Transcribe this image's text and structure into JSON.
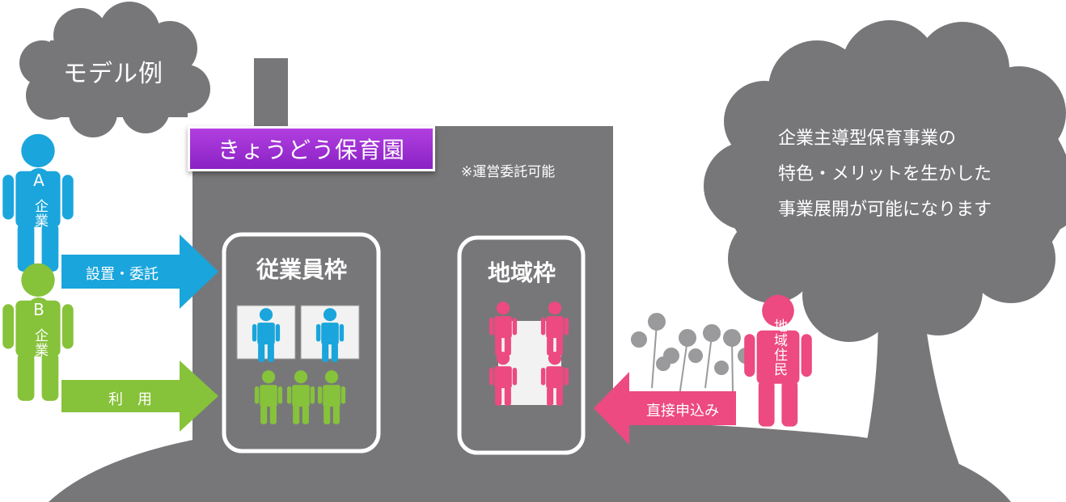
{
  "cloud": {
    "label": "モデル例"
  },
  "nursery": {
    "title": "きょうどう保育園",
    "note": "※運営委託可能"
  },
  "boxes": {
    "employee_title": "従業員枠",
    "community_title": "地域枠"
  },
  "company_a": {
    "letter": "A",
    "label": "企業",
    "arrow_label": "設置・委託"
  },
  "company_b": {
    "letter": "B",
    "label": "企業",
    "arrow_label": "利　用"
  },
  "resident": {
    "label": "地域住民",
    "arrow_label": "直接申込み"
  },
  "tree": {
    "lines": [
      "企業主導型保育事業の",
      "特色・メリットを生かした",
      "事業展開が可能になります"
    ]
  },
  "colors": {
    "blue": "#1aa5dc",
    "green": "#86c23a",
    "pink": "#ec4a80",
    "gray": "#77777a",
    "purple": "#9a2ccf"
  }
}
